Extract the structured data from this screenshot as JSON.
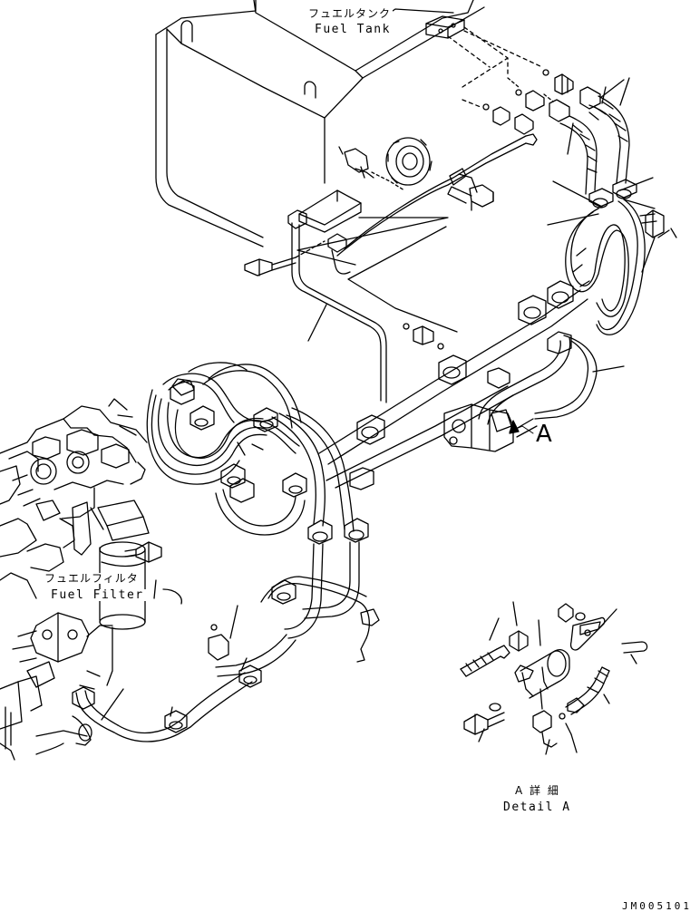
{
  "labels": {
    "fuel_tank_jp": "フュエルタンク",
    "fuel_tank_en": "Fuel Tank",
    "fuel_filter_jp": "フュエルフィルタ",
    "fuel_filter_en": "Fuel Filter",
    "view_arrow_label": "A",
    "detail_jp": "A 詳 細",
    "detail_en": "Detail A",
    "drawing_code": "JM005101"
  }
}
